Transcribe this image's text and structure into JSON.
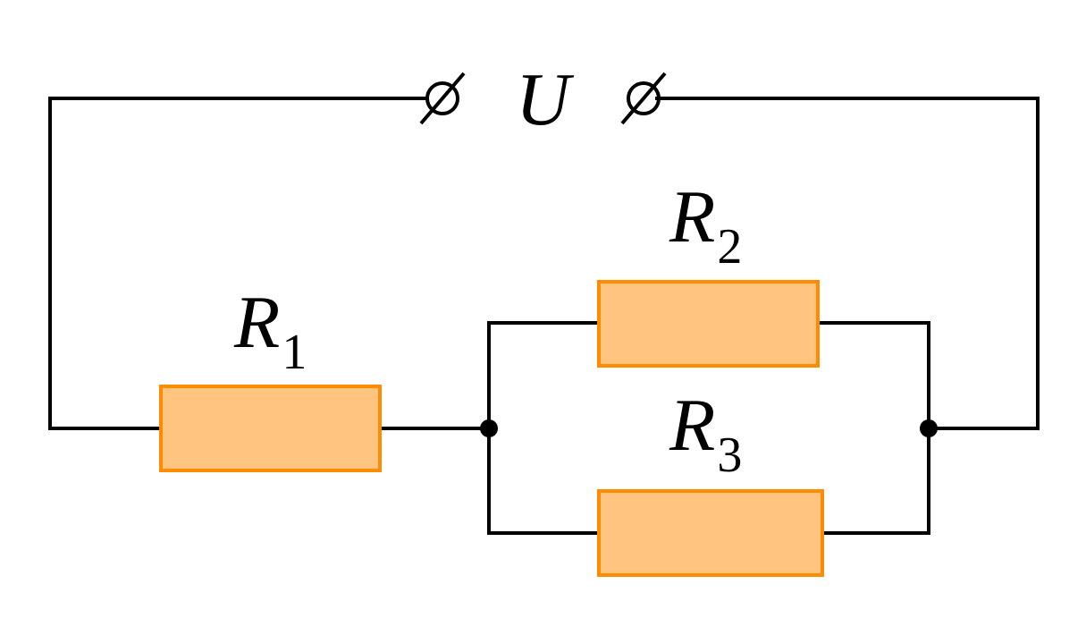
{
  "diagram": {
    "source_label": "U",
    "resistors": [
      {
        "id": "r1",
        "symbol": "R",
        "subscript": "1"
      },
      {
        "id": "r2",
        "symbol": "R",
        "subscript": "2"
      },
      {
        "id": "r3",
        "symbol": "R",
        "subscript": "3"
      }
    ],
    "colors": {
      "resistor_fill": "#FFC480",
      "resistor_stroke": "#FF8C00",
      "wire": "#000000"
    }
  }
}
